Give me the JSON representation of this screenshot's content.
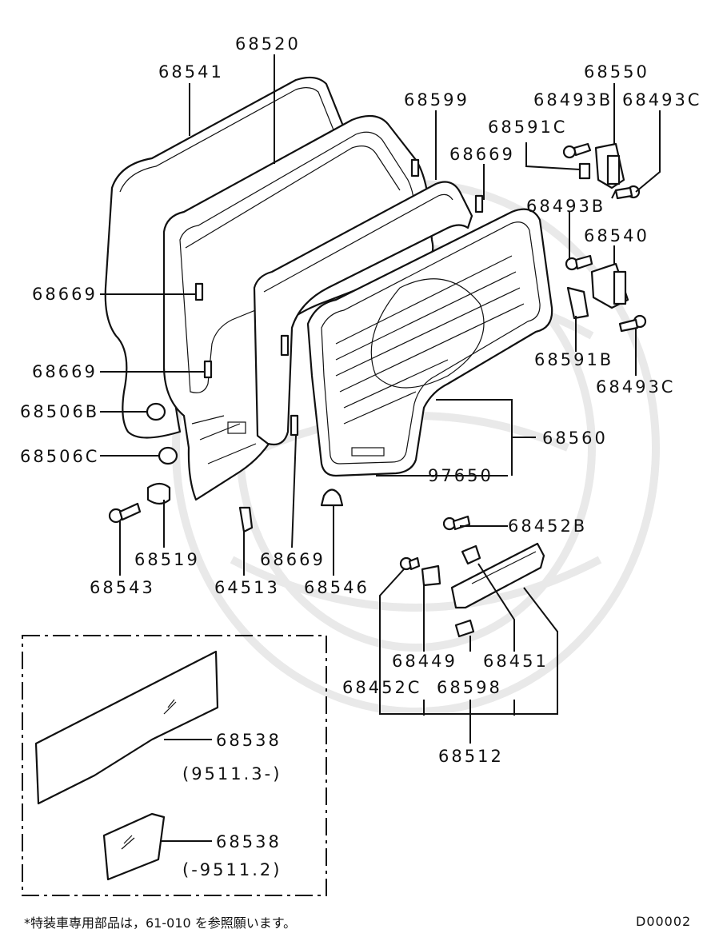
{
  "labels": {
    "p68541": "68541",
    "p68520": "68520",
    "p68599": "68599",
    "p68550": "68550",
    "p68493B_top": "68493B",
    "p68493C_top": "68493C",
    "p68591C": "68591C",
    "p68669_tr": "68669",
    "p68493B_mid": "68493B",
    "p68540": "68540",
    "p68669_l1": "68669",
    "p68669_l2": "68669",
    "p68506B": "68506B",
    "p68506C": "68506C",
    "p68591B": "68591B",
    "p68493C_bot": "68493C",
    "p68560": "68560",
    "p97650": "97650",
    "p68452B": "68452B",
    "p68519": "68519",
    "p68669_b": "68669",
    "p68543": "68543",
    "p64513": "64513",
    "p68546": "68546",
    "p68449": "68449",
    "p68451": "68451",
    "p68452C": "68452C",
    "p68598": "68598",
    "p68512": "68512",
    "p68538_a": "68538",
    "date_a": "(9511.3-)",
    "p68538_b": "68538",
    "date_b": "(-9511.2)"
  },
  "footnote": "*特装車専用部品は，61-010 を参照願います。",
  "diagram_code": "D00002"
}
